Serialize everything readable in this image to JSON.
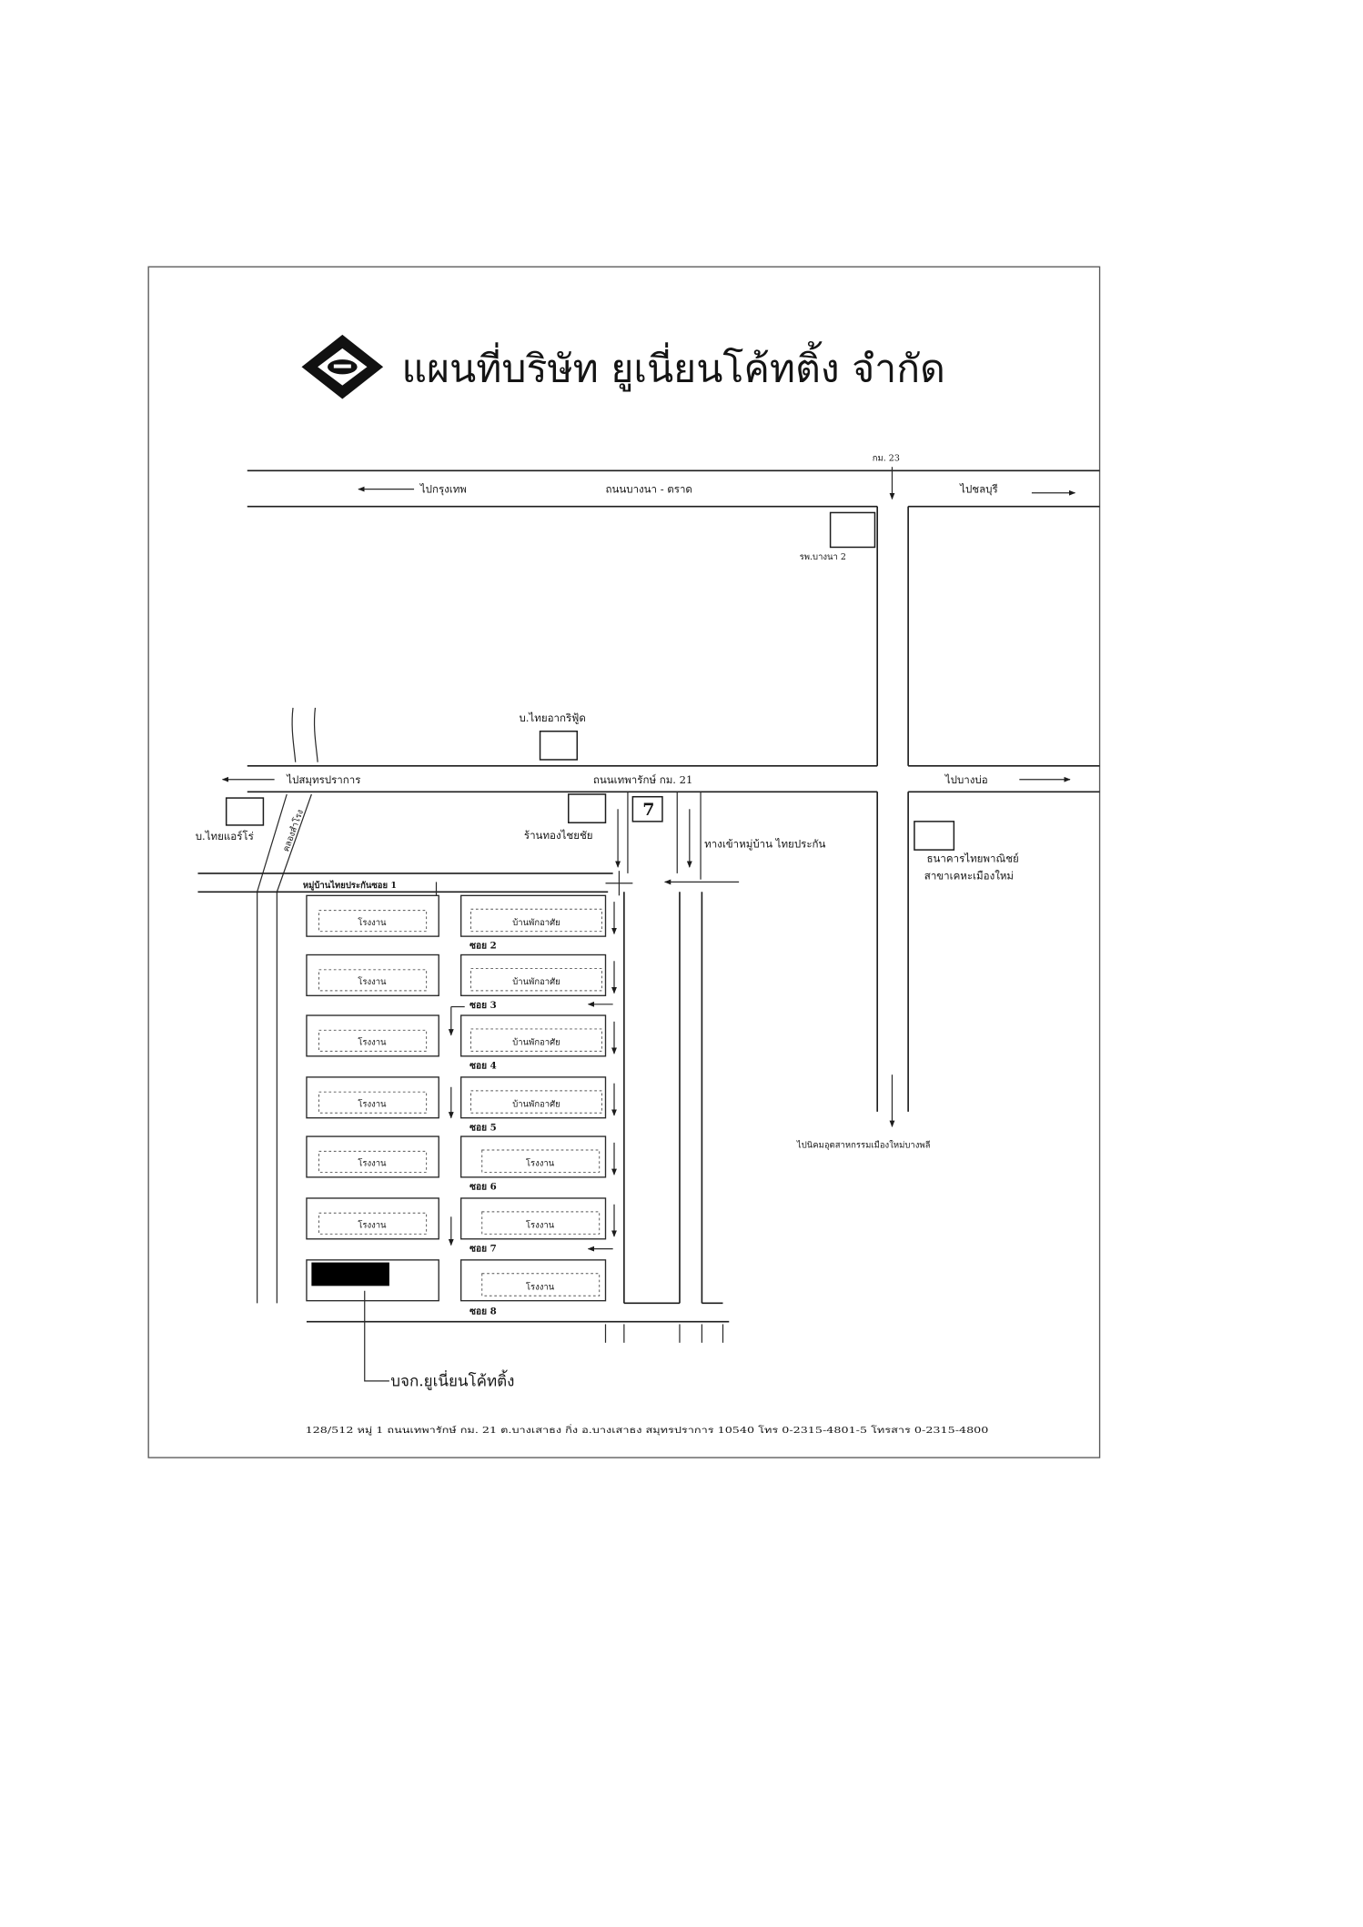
{
  "title": "แผนที่บริษัท ยูเนี่ยนโค้ทติ้ง จำกัด",
  "roads": {
    "bangna_trat": {
      "name": "ถนนบางนา - ตราด",
      "to_left": "ไปกรุงเทพ",
      "to_right": "ไปชลบุรี",
      "km_marker": "กม. 23"
    },
    "thepharak": {
      "name": "ถนนเทพารักษ์ กม. 21",
      "to_left": "ไปสมุทรปราการ",
      "to_right": "ไปบางบ่อ"
    },
    "village_soi1": "หมู่บ้านไทยประกันซอย 1",
    "village_entrance": "ทางเข้าหมู่บ้าน ไทยประกัน",
    "to_industrial_estate": "ไปนิคมอุตสาหกรรมเมืองใหม่บางพลี",
    "canal": "คลองสำโรง"
  },
  "landmarks": {
    "hospital": "รพ.บางนา 2",
    "thai_agri_food": "บ.ไทยอากริฟู้ด",
    "thai_aero": "บ.ไทยแอร์โร่",
    "gold_shop": "ร้านทองไชยชัย",
    "seven_eleven": "7",
    "bank_line1": "ธนาคารไทยพาณิชย์",
    "bank_line2": "สาขาเคหะเมืองใหม่"
  },
  "blocks": {
    "left_labels": [
      "โรงงาน",
      "โรงงาน",
      "โรงงาน",
      "โรงงาน",
      "โรงงาน",
      "โรงงาน"
    ],
    "right_labels": [
      "บ้านพักอาศัย",
      "บ้านพักอาศัย",
      "บ้านพักอาศัย",
      "บ้านพักอาศัย",
      "โรงงาน",
      "โรงงาน",
      "โรงงาน"
    ],
    "soi_labels": [
      "ซอย 2",
      "ซอย 3",
      "ซอย 4",
      "ซอย 5",
      "ซอย 6",
      "ซอย 7",
      "ซอย 8"
    ]
  },
  "company_label": "บจก.ยูเนี่ยนโค้ทติ้ง",
  "address": "128/512 หมู่ 1 ถนนเทพารักษ์ กม. 21 ต.บางเสาธง กิ่ง อ.บางเสาธง สมุทรปราการ 10540 โทร 0-2315-4801-5 โทรสาร 0-2315-4800",
  "colors": {
    "ink": "#141414",
    "paper": "#ffffff",
    "company_marker": "#000000"
  }
}
